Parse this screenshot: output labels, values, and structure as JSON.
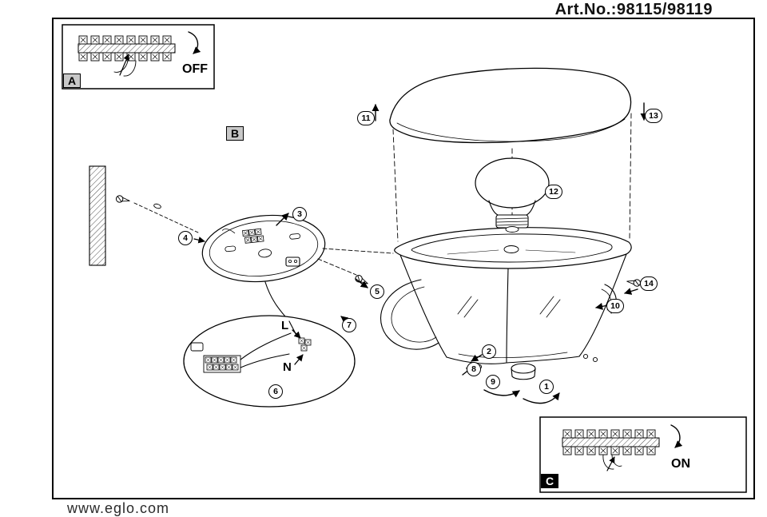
{
  "header": {
    "art_no": "Art.No.:98115/98119"
  },
  "footer": {
    "website": "www.eglo.com"
  },
  "sections": {
    "a": {
      "label": "A",
      "state": "OFF"
    },
    "b": {
      "label": "B"
    },
    "c": {
      "label": "C",
      "state": "ON"
    }
  },
  "wiring": {
    "live": "L",
    "neutral": "N"
  },
  "callouts": [
    "1",
    "2",
    "3",
    "4",
    "5",
    "6",
    "7",
    "8",
    "9",
    "10",
    "11",
    "12",
    "13",
    "14"
  ],
  "colors": {
    "ink": "#000000",
    "paper": "#ffffff",
    "label_box": "#c8c8c8"
  }
}
